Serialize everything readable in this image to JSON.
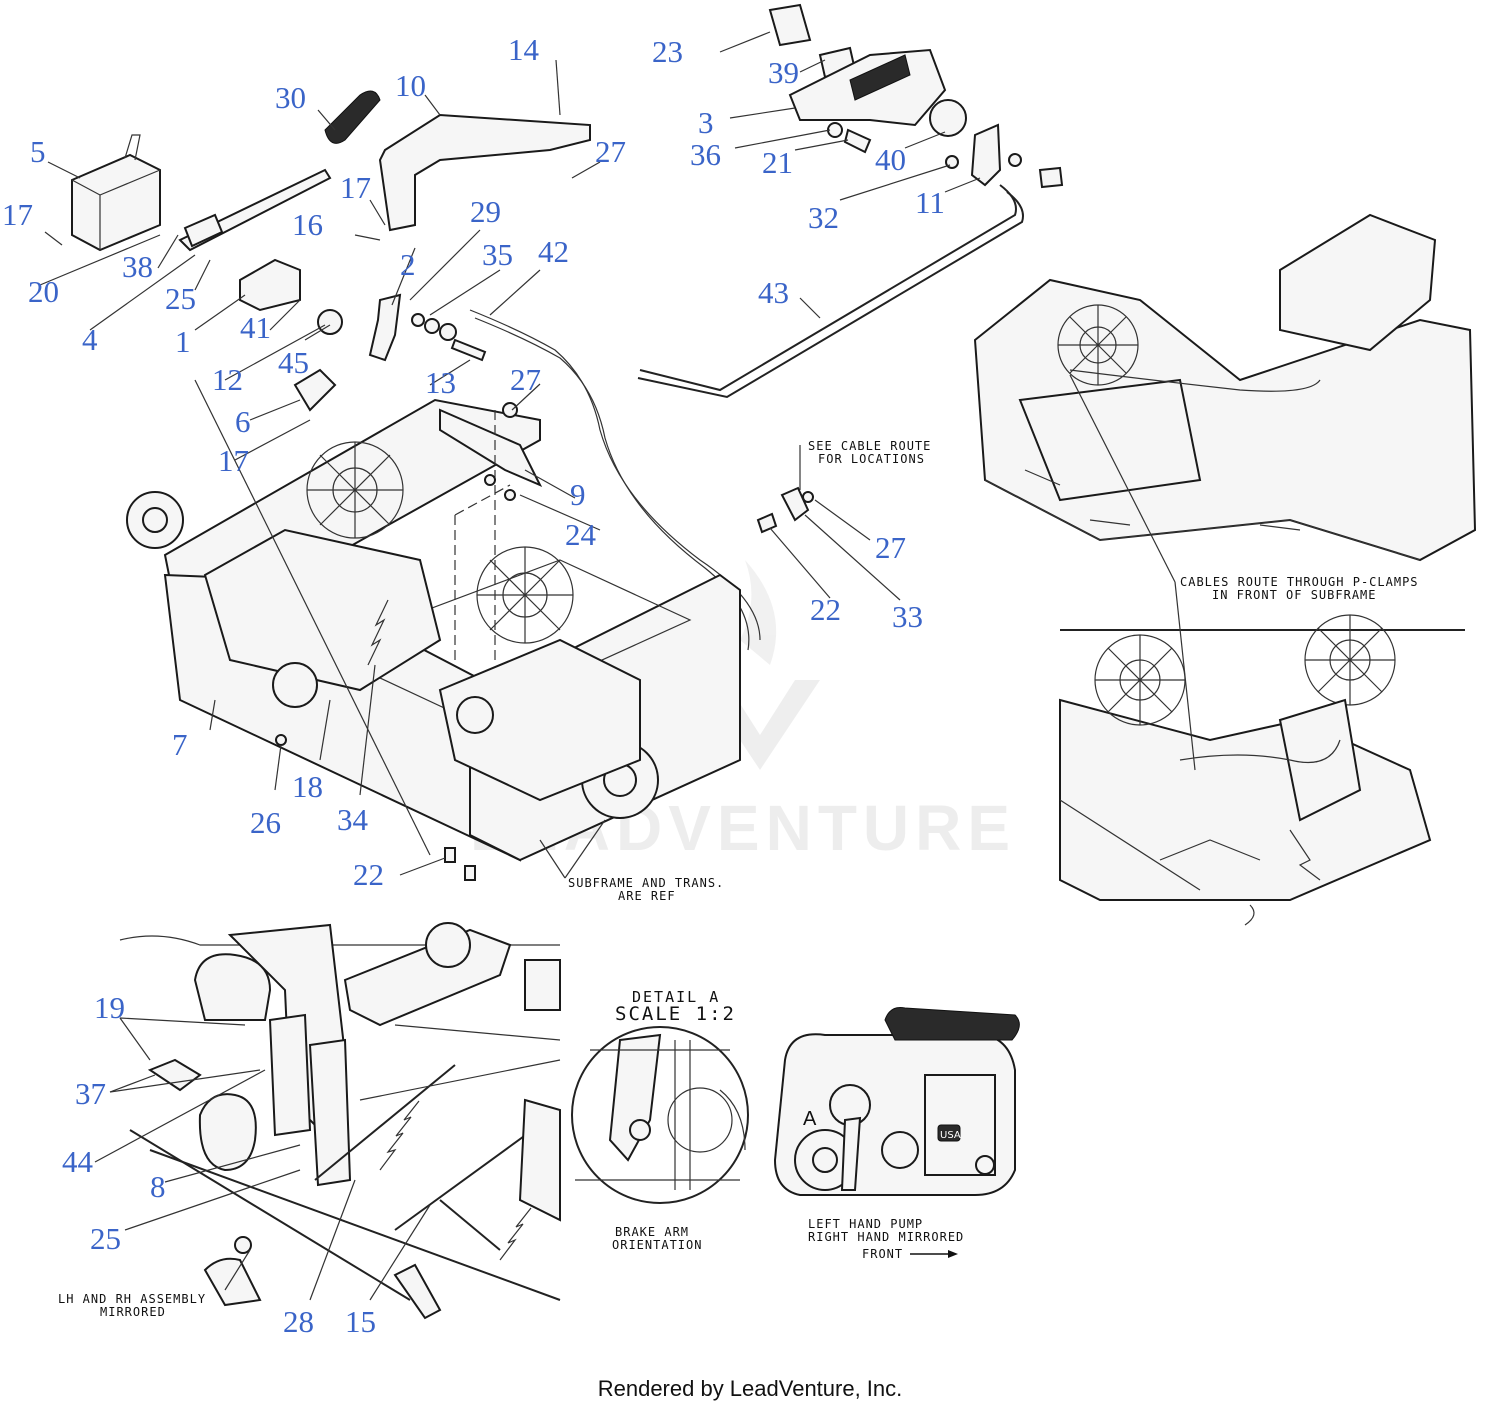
{
  "callouts": {
    "c1": "1",
    "c2": "2",
    "c3": "3",
    "c4": "4",
    "c5": "5",
    "c6": "6",
    "c7": "7",
    "c8": "8",
    "c9": "9",
    "c10": "10",
    "c11": "11",
    "c12": "12",
    "c13": "13",
    "c14": "14",
    "c15": "15",
    "c16": "16",
    "c17a": "17",
    "c17b": "17",
    "c17c": "17",
    "c18": "18",
    "c19": "19",
    "c20": "20",
    "c21": "21",
    "c22a": "22",
    "c22b": "22",
    "c23": "23",
    "c24": "24",
    "c25a": "25",
    "c25b": "25",
    "c26": "26",
    "c27a": "27",
    "c27b": "27",
    "c27c": "27",
    "c28": "28",
    "c29": "29",
    "c30": "30",
    "c32": "32",
    "c33": "33",
    "c34": "34",
    "c35": "35",
    "c36": "36",
    "c37": "37",
    "c38": "38",
    "c39": "39",
    "c40": "40",
    "c41": "41",
    "c42": "42",
    "c43": "43",
    "c44": "44",
    "c45": "45"
  },
  "notes": {
    "cable_route_1": "SEE CABLE ROUTE",
    "cable_route_2": "FOR LOCATIONS",
    "p_clamps_1": "CABLES ROUTE THROUGH P-CLAMPS",
    "p_clamps_2": "IN FRONT OF SUBFRAME",
    "subframe_1": "SUBFRAME AND TRANS.",
    "subframe_2": "ARE REF",
    "lh_rh_1": "LH AND RH ASSEMBLY",
    "lh_rh_2": "MIRRORED",
    "detail_title": "DETAIL A",
    "detail_scale": "SCALE 1:2",
    "brake_1": "BRAKE ARM",
    "brake_2": "ORIENTATION",
    "pump_1": "LEFT HAND PUMP",
    "pump_2": "RIGHT HAND MIRRORED",
    "front": "FRONT",
    "detail_letter": "A",
    "usa_badge": "USA"
  },
  "watermark": "LEADVENTURE",
  "footer": "Rendered by LeadVenture, Inc."
}
